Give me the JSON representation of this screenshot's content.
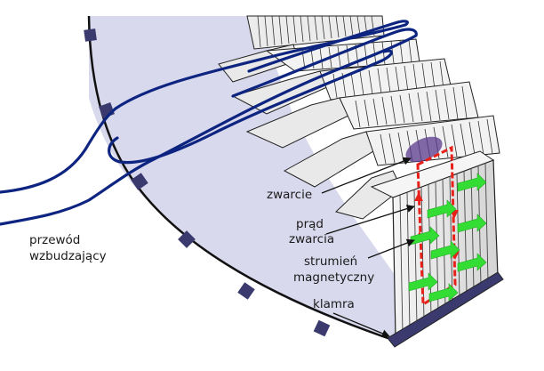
{
  "labels": {
    "excitation_wire": [
      "przewód",
      "wzbudzający"
    ],
    "short_circuit": "zwarcie",
    "short_circuit_current": [
      "prąd",
      "zwarcia"
    ],
    "magnetic_flux": [
      "strumień",
      "magnetyczny"
    ],
    "clamp": "klamra"
  },
  "colors": {
    "core_background": "#d9d9ee",
    "wire": "#0d2480",
    "clamp_blocks": "#3a3a6e",
    "current_path": "#e8201a",
    "magnetic_flux": "#33dd33",
    "short_spot": "#5a3a8e",
    "lamination_front": "#e6e6e6",
    "lamination_edge": "#ffffff"
  }
}
